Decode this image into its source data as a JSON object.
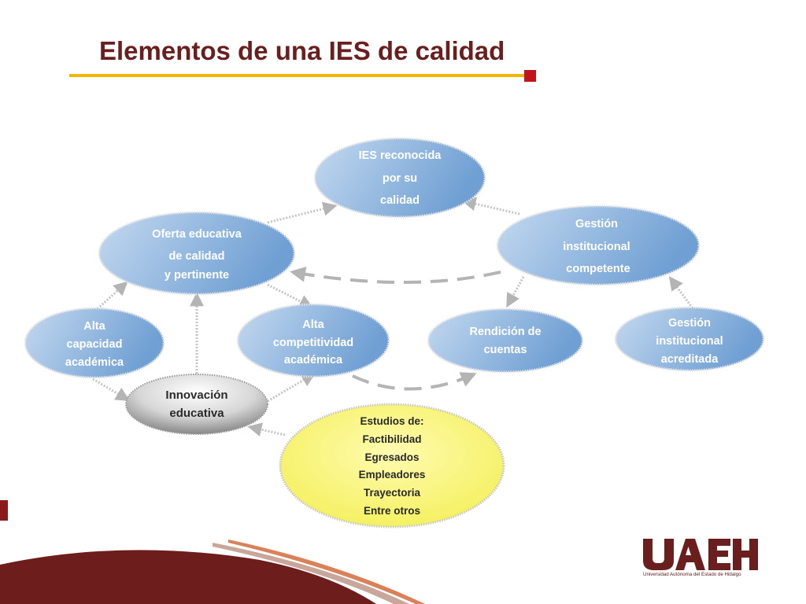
{
  "slide": {
    "title": "Elementos de una IES de calidad",
    "accent_colors": {
      "title": "#6b1e1e",
      "underline": "#f2b705",
      "square": "#c0161b"
    }
  },
  "diagram": {
    "nodes": {
      "ies": {
        "lines": [
          "IES reconocida",
          "por su",
          "calidad"
        ]
      },
      "oferta": {
        "lines": [
          "Oferta educativa",
          "de calidad",
          "y pertinente"
        ]
      },
      "gestion": {
        "lines": [
          "Gestión",
          "institucional",
          "competente"
        ]
      },
      "capacidad": {
        "lines": [
          "Alta",
          "capacidad",
          "académica"
        ]
      },
      "competitividad": {
        "lines": [
          "Alta",
          "competitividad",
          "académica"
        ]
      },
      "rendicion": {
        "lines": [
          "Rendición de",
          "cuentas"
        ]
      },
      "acreditada": {
        "lines": [
          "Gestión",
          "institucional",
          "acreditada"
        ]
      },
      "innovacion": {
        "lines": [
          "Innovación",
          "educativa"
        ]
      },
      "estudios": {
        "lines": [
          "Estudios de:",
          "Factibilidad",
          "Egresados",
          "Empleadores",
          "Trayectoria",
          "Entre otros"
        ]
      }
    },
    "colors": {
      "blue_light": "#b7d0ec",
      "blue_dark": "#6b9bd1",
      "yellow": "#f6f36a",
      "gray": "#9a9a9a"
    }
  },
  "footer": {
    "logo_text": "UAEH",
    "logo_caption": "Universidad Autónoma del Estado de Hidalgo",
    "logo_color": "#6b1e1e"
  }
}
